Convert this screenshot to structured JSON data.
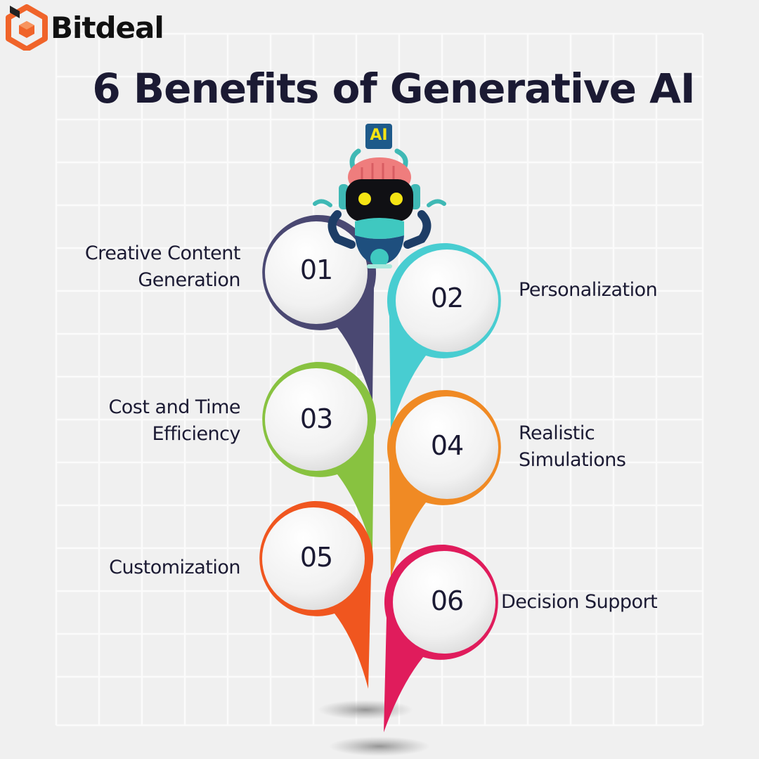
{
  "brand": {
    "name": "Bitdeal",
    "accent": "#f0642a"
  },
  "title": "6 Benefits of Generative AI",
  "robot": {
    "badge": "AI"
  },
  "benefits": [
    {
      "number": "01",
      "label_lines": [
        "Creative Content",
        "Generation"
      ],
      "color": "#4a4872",
      "side": "left"
    },
    {
      "number": "02",
      "label_lines": [
        "Personalization"
      ],
      "color": "#48cdd1",
      "side": "right"
    },
    {
      "number": "03",
      "label_lines": [
        "Cost and Time",
        "Efficiency"
      ],
      "color": "#88c240",
      "side": "left"
    },
    {
      "number": "04",
      "label_lines": [
        "Realistic",
        "Simulations"
      ],
      "color": "#f08a24",
      "side": "right"
    },
    {
      "number": "05",
      "label_lines": [
        "Customization"
      ],
      "color": "#f0561f",
      "side": "left"
    },
    {
      "number": "06",
      "label_lines": [
        "Decision Support"
      ],
      "color": "#e01c5c",
      "side": "right"
    }
  ]
}
